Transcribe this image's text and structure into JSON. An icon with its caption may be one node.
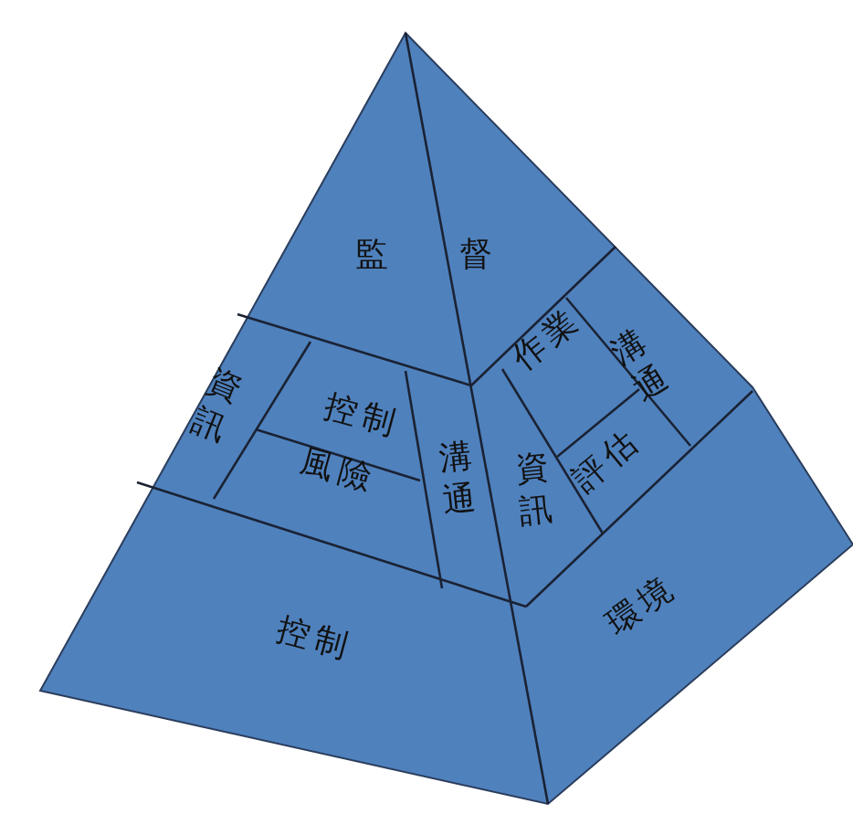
{
  "diagram": {
    "labels": [
      "監",
      "督",
      "資訊",
      "控制",
      "風險",
      "溝通",
      "作業",
      "溝通",
      "資訊",
      "評估",
      "控制",
      "環境"
    ]
  }
}
